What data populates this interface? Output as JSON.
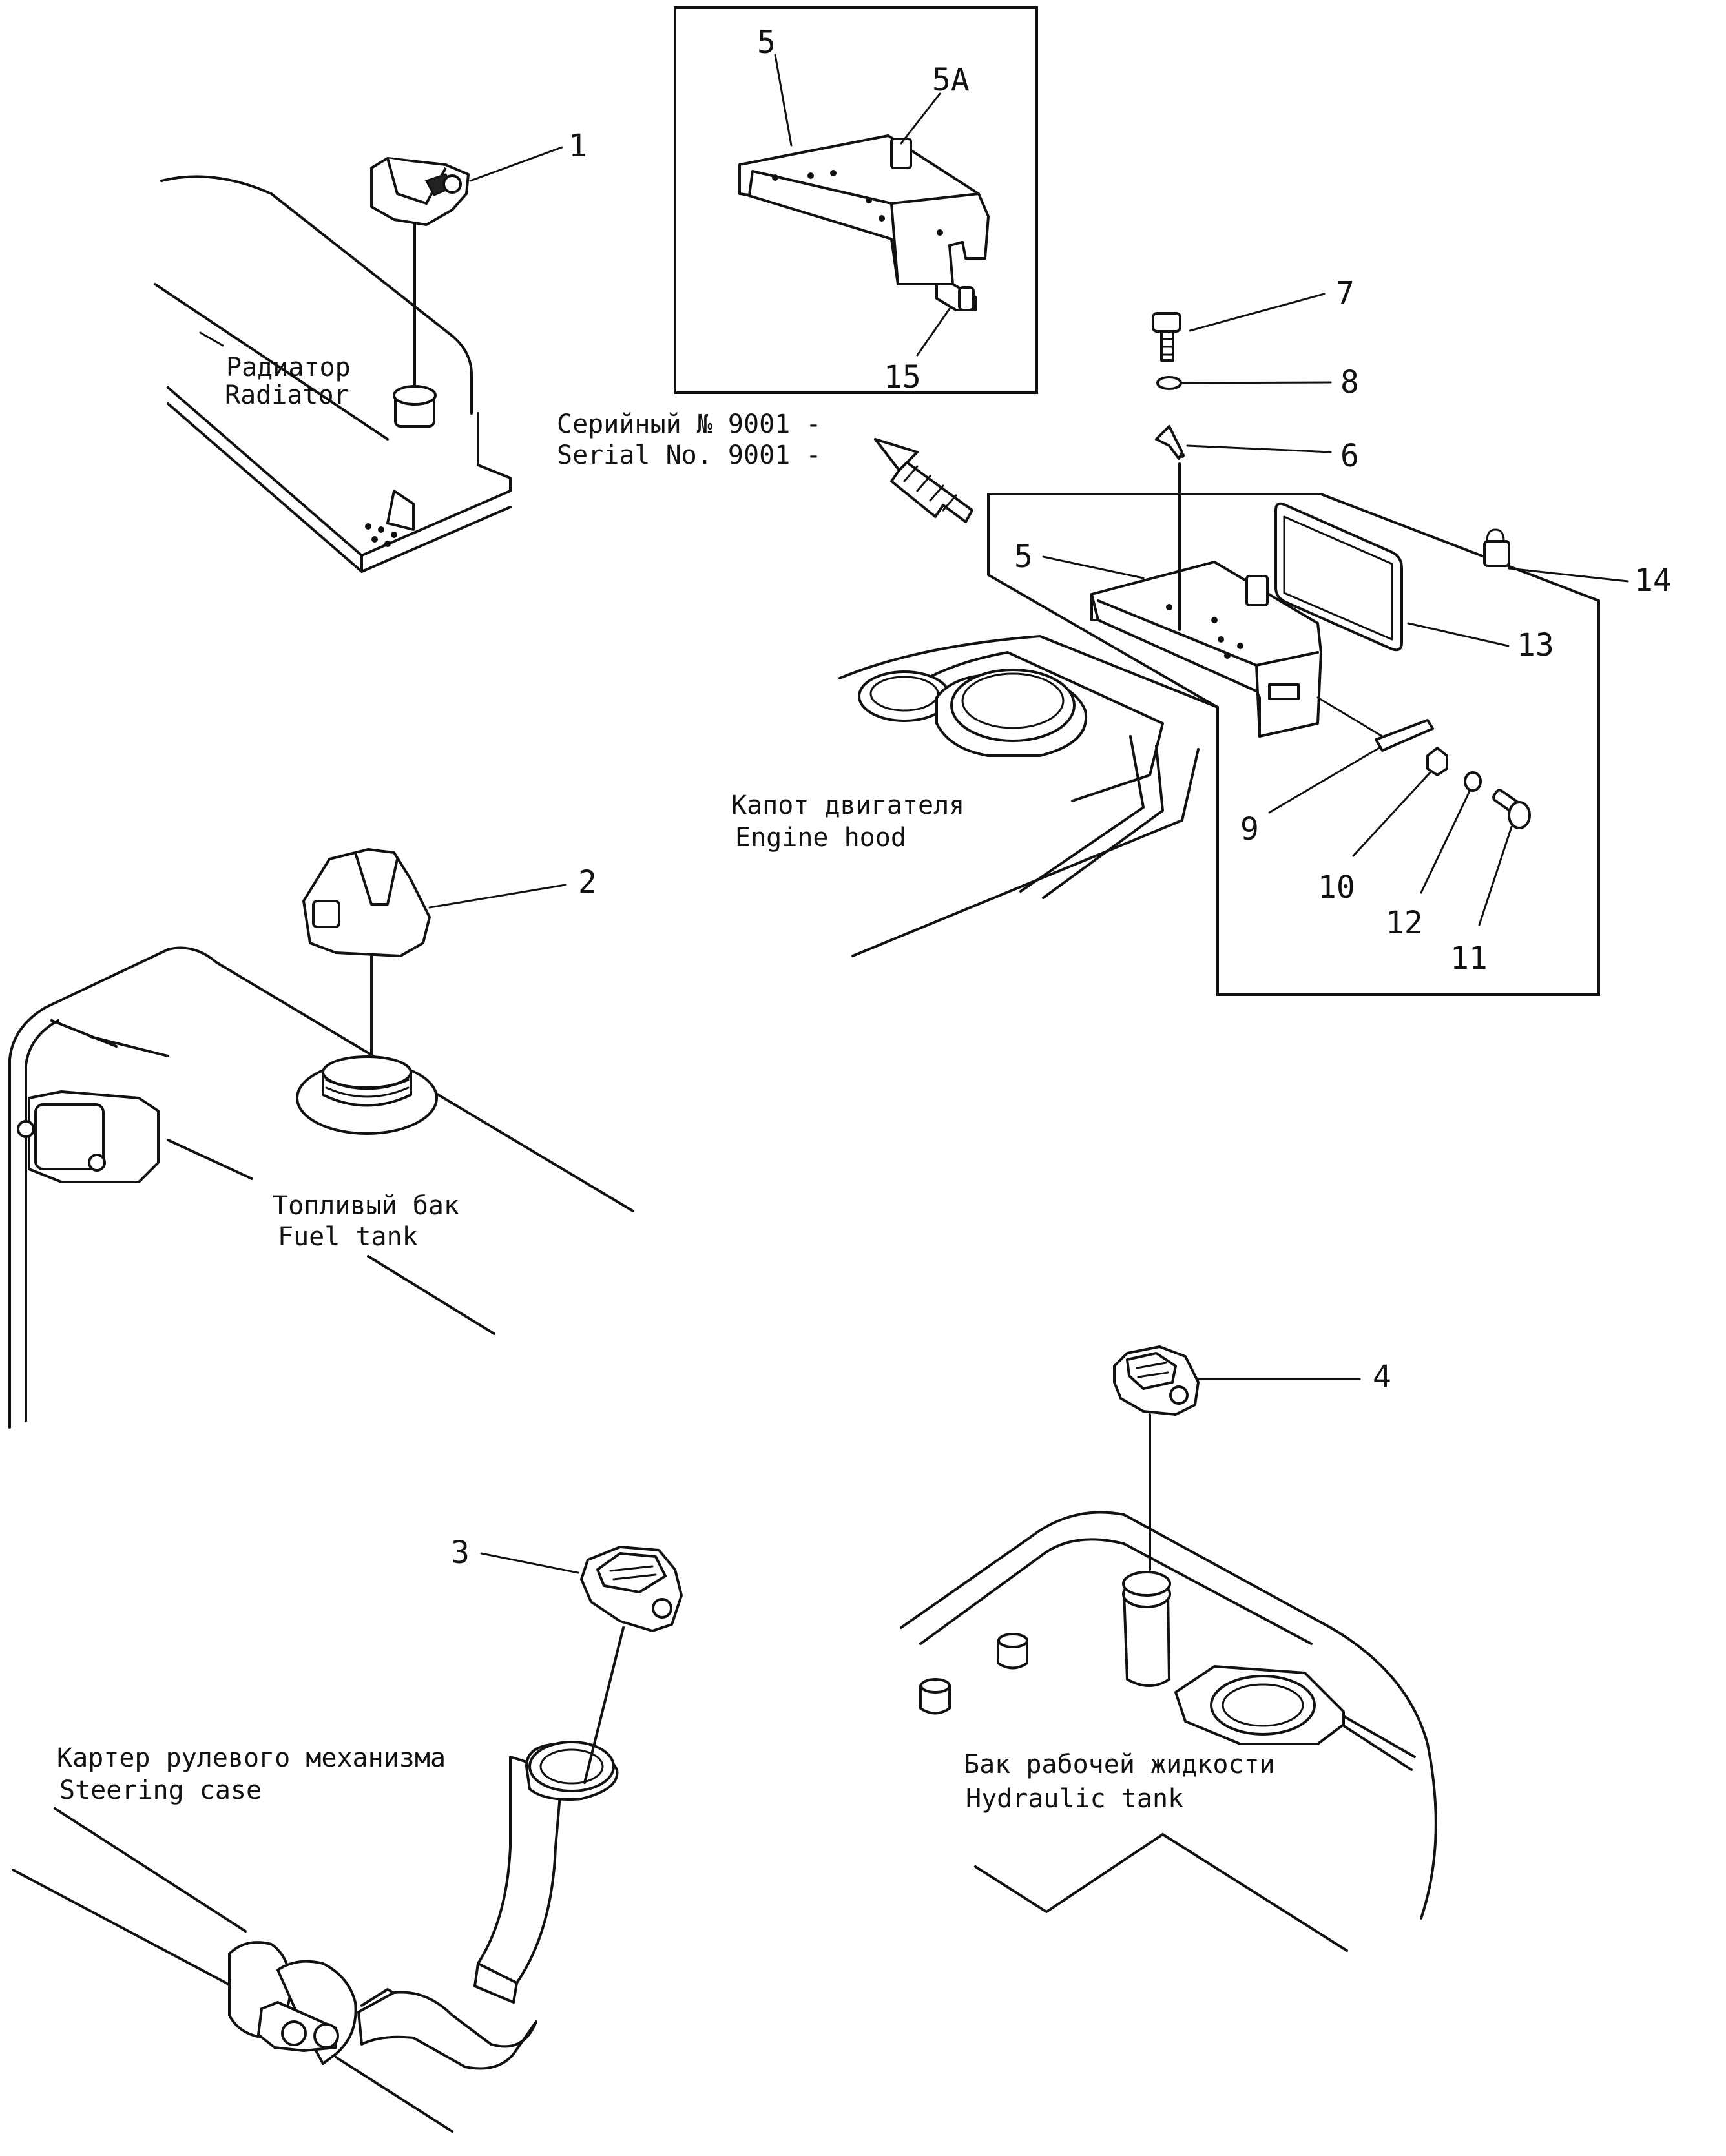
{
  "labels": {
    "radiator_ru": "Радиатор",
    "radiator_en": "Radiator",
    "serial_ru": "Серийный № 9001 -",
    "serial_en": "Serial No. 9001 -",
    "engine_hood_ru": "Капот двигателя",
    "engine_hood_en": "Engine hood",
    "fuel_tank_ru": "Топливый бак",
    "fuel_tank_en": "Fuel tank",
    "steering_case_ru": "Картер рулевого механизма",
    "steering_case_en": "Steering case",
    "hydraulic_tank_ru": "Бак рабочей жидкости",
    "hydraulic_tank_en": "Hydraulic tank"
  },
  "callouts": {
    "c1": "1",
    "c2": "2",
    "c3": "3",
    "c4": "4",
    "c5_inset": "5",
    "c5a": "5A",
    "c15": "15",
    "c7": "7",
    "c8": "8",
    "c6": "6",
    "c5_main": "5",
    "c14": "14",
    "c13": "13",
    "c9": "9",
    "c10": "10",
    "c12": "12",
    "c11": "11"
  }
}
